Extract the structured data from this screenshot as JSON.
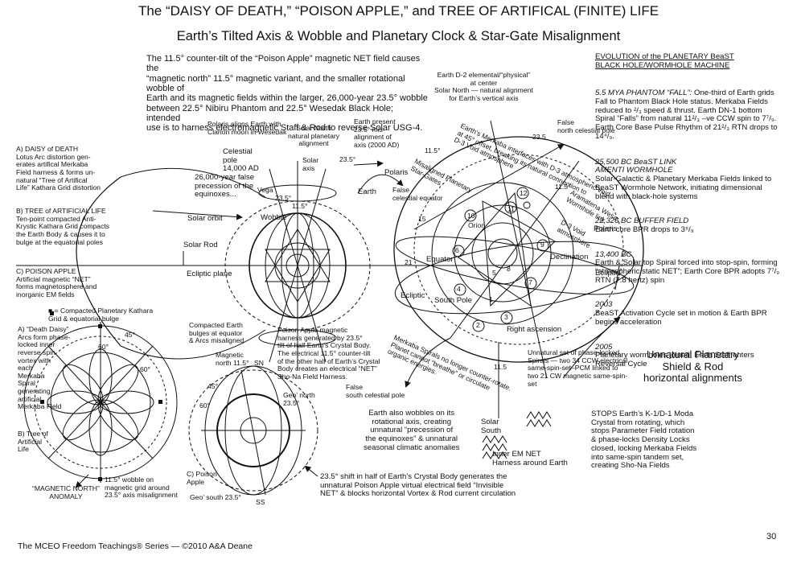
{
  "title": "The “DAISY OF DEATH,” “POISON APPLE,” and TREE OF ARTIFICAL (FINITE) LIFE",
  "subtitle": "Earth’s Tilted Axis & Wobble and Planetary Clock & Star-Gate Misalignment",
  "intro": "The 11.5° counter-tilt of the “Poison Apple” magnetic NET field causes the\n“magnetic north” 11.5° magnetic variant, and the smaller rotational wobble of\nEarth and its magnetic fields within the larger, 26,000-year 23.5° wobble\nbetween 22.5° Nibiru Phantom and 22.5° Wesedak Black Hole; intended\nuse is to harness electromagnetic Staff & Rod to reverse Solar USG-4.",
  "evolution": {
    "heading": "EVOLUTION of the PLANETARY BeaST\nBLACK HOLE/WORMHOLE MACHINE",
    "entries": [
      {
        "label": "5.5 MYA PHANTOM “FALL”:",
        "text": " One-third of Earth grids Fall to Phantom Black Hole status. Merkaba Fields reduced to ²/₃ speed & thrust. Earth DN-1 bottom Spiral “Falls” from natural 11²/₃ –ve CCW spin to 7⁷/₉. Earth Core Base Pulse Rhythm of 21²/₃ RTN drops to 14⁴/₉."
      },
      {
        "label": "25,500 BC BeaST LINK\nAMENTI WORMHOLE",
        "text": "Solar-Galactic & Planetary Merkaba Fields linked to BeaST Wormhole Network, initiating dimensional blend with black-hole systems"
      },
      {
        "label": "22,326 BC BUFFER FIELD",
        "text": "Earth core BPR drops to 3⁸/₉"
      },
      {
        "label": "13,400 BC",
        "text": "Earth & Solar top Spiral forced into stop-spin, forming “atmospheric static NET”; Earth Core BPR adopts 7⁷/₉ RTN (7.8 hertz) spin"
      },
      {
        "label": "2003",
        "text": "BeaST Activation Cycle set in motion & Earth BPR begins acceleration"
      },
      {
        "label": "2005",
        "text": "Planetary wormholes joined; Earth Staff enters Reversal Cycle"
      }
    ]
  },
  "left_labels": {
    "daisy": "A)  DAISY of DEATH\n      Lotus Arc distortion gen-\n      erates artifical Merkaba\n      Field harness & forms un-\n      natural “Tree of Artifical\n      Life” Kathara Grid distortion",
    "tree": "B)  TREE of ARTIFICIAL LIFE\n      Ten-point compacted Anti-\n      Krystic Kathara Grid compacts\n      the Earth Body & causes it to\n      bulge at the equatorial poles",
    "apple": "C)  POISON APPLE\n      Artificial magnetic “NET”\n      forms magnetosphere and\n      inorganic EM fields",
    "legend": "■ = Compacted Planetary Kathara\n        Grid & equatorial bulge",
    "death_daisy": "A) “Death Daisy”\nArcs form phase-\nlocked inner\nreverse spin\nvortex with\neach\nMerkaba\nSpiral\ngenerating\nartificial\nMerkaba Field",
    "b_tree": "B) Tree of\nArtificial\nLife",
    "magnetic_north_anomaly": "“MAGNETIC NORTH”\nANOMALY",
    "wobble_115": "11.5° wobble on\nmagnetic grid around\n23.5° axis misalignment",
    "c_apple": "C) Poison\nApple",
    "geo_south": "Geo’ south 23.5°",
    "ss": "SS",
    "compacted": "Compacted Earth\nbulges at equator\n& Arcs misaligned",
    "mag_north": "Magnetic\nnorth 11.5°",
    "sn": "SN",
    "geo_north": "Geo’ north\n23.5°",
    "angle60a": "60°",
    "angle45": "45°",
    "angle60b": "60°",
    "angle45b": "45°",
    "angle60c": "60°"
  },
  "center_labels": {
    "polaris_aligns": "Polaris aligns Earth with\nClarion moon in Wesedak",
    "solar_north": "Solar North\nnatural planetary\nalignment",
    "earth_present": "Earth present\n23.5° mis-\nalignment of\naxis (2000 AD)",
    "celestial_pole": "Celestial\npole\n14,000 AD",
    "solar_axis": "Solar\naxis",
    "deg235a": "23.5°",
    "polaris": "Polaris",
    "precession": "26,000-year false\nprecession of the\nequinoxes...",
    "vega": "Vega",
    "deg235b": "23.5°",
    "deg115": "11.5°",
    "earth": "Earth",
    "false_eq": "False\ncelestial equator",
    "solar_orbit": "Solar orbit",
    "wobble": "Wobble",
    "solar_rod": "Solar Rod",
    "ecliptic_plane": "Ecliptic plane",
    "poison_harness": "Poison Apple magnetic\nharness generated by 23.5°\ntilt of half Earth’s Crystal Body.\nThe electrical 11.5° counter-tilt\nof the other half of Earth’s Crystal\nBody creates an electrical “NET”\nSho-Na Field Harness.",
    "false_south": "False\nsouth celestial pole",
    "also_wobbles": "Earth also wobbles on its\nrotational axis, creating\nunnatural “precession of\nthe equinoxes” & unnatural\nseasonal climatic anomalies",
    "solar_south": "Solar\nSouth",
    "inner_em": "Inner EM NET\nHarness around Earth",
    "shift": "23.5° shift in half of Earth’s Crystal Body generates the\nunnatural Poison Apple virtual electrical field “Invisible\nNET” & blocks horizontal Vortex & Rod current circulation"
  },
  "right_labels": {
    "d2": "Earth D-2 elemental/“physical”\nat center\nSolar North — natural alignment\nfor Earth’s vertical axis",
    "false_north": "False\nnorth celestial pole",
    "merkaba_interfaces": "Earth’s Merkaba interfaces with D-3 atmospheric Void\nat 45° offset, breaking its natural connection to\nD-3 Void atmosphere",
    "deg235c": "23.5",
    "deg115b": "11.5°",
    "deg115c": "11.5°",
    "misaligned": "Misaligned Planetary\nStar-Gates",
    "aramatena": "Aramatena Wesa\nWormhole link",
    "d3void": "D-3 Void\natmosphere",
    "polaris2": "Polaris",
    "orion": "Orion",
    "equator": "Equator",
    "ecliptic": "Ecliptic",
    "ecliptic2": "Ecliptic",
    "declination": "Declination",
    "south_pole": "South Pole",
    "right_ascension": "Right ascension",
    "spirals": "Merkaba Spirals no longer counter-rotate.\nPlanet cannot “breathe” or circulate\norganic energies.",
    "deg115d": "11.5",
    "unnatural_set": "Unnatural set of phase-locked\nSpirals — two 34 CCW electrical\nsame-spin-set–PCM linked to\ntwo 21 CW magnetic same-spin-\nset",
    "shield": "Unnatural Planetary\nShield & Rod\nhorizontal alignments",
    "stops": "STOPS Earth’s K-1/D-1 Moda\nCrystal from rotating, which\nstops Parameter Field rotation\n& phase-locks Density Locks\nclosed, locking Merkaba Fields\ninto same-spin tandem set,\ncreating Sho-Na Fields",
    "n15": "15",
    "n21": "21",
    "n11": "11",
    "n12": "12",
    "n10": "10",
    "n9": "9",
    "n8": "8",
    "n7": "7",
    "n6": "6",
    "n5": "5",
    "n4": "4",
    "n3": "3",
    "n2": "2",
    "n1": "1"
  },
  "footer": "The MCEO Freedom Teachings® Series — ©2010 A&A Deane",
  "page_number": "30"
}
